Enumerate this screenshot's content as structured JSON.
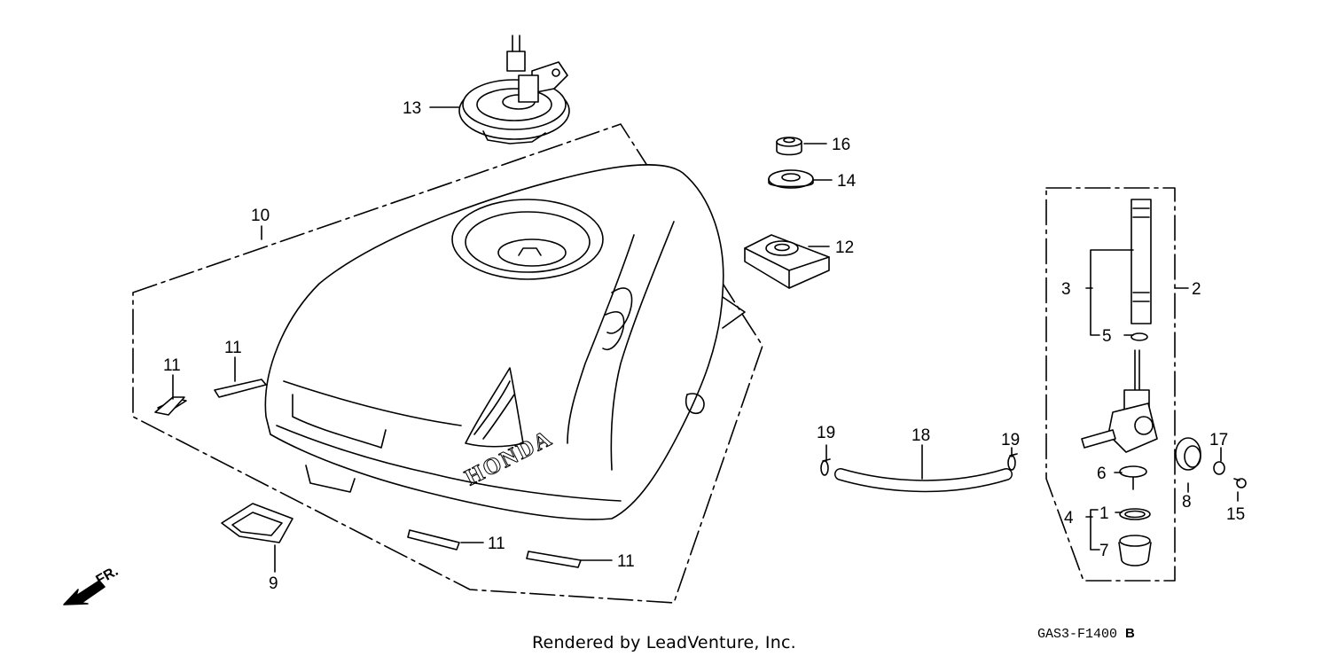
{
  "callouts": {
    "c1": "1",
    "c2": "2",
    "c3": "3",
    "c4": "4",
    "c5": "5",
    "c6": "6",
    "c7": "7",
    "c8": "8",
    "c9": "9",
    "c10": "10",
    "c11": "11",
    "c12": "12",
    "c13": "13",
    "c14": "14",
    "c15": "15",
    "c16": "16",
    "c17": "17",
    "c18": "18",
    "c19": "19"
  },
  "tank": {
    "brand": "HONDA"
  },
  "direction": {
    "label": "FR."
  },
  "footer": {
    "rendered_by": "Rendered by LeadVenture, Inc."
  },
  "diagram_code": {
    "code": "GAS3-F1400",
    "suffix": "B"
  },
  "colors": {
    "line": "#000000",
    "background": "#ffffff"
  }
}
